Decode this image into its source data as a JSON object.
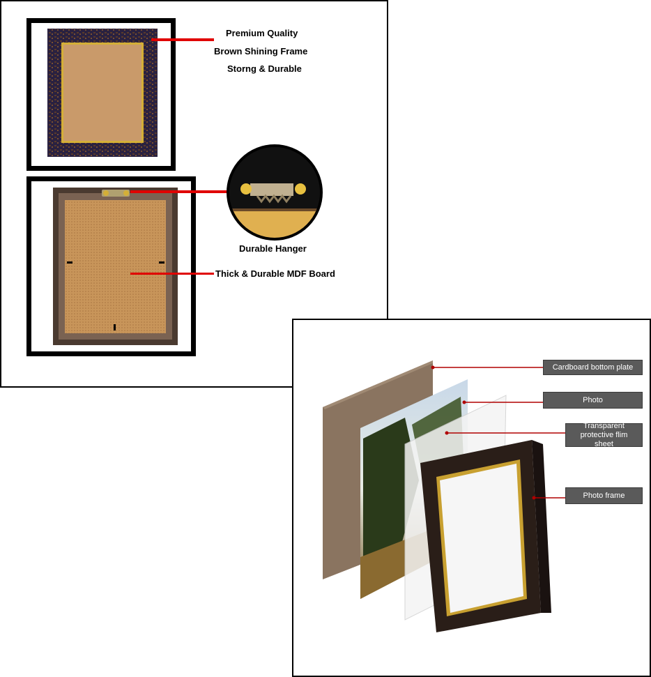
{
  "top_panel": {
    "quality_lines": [
      "Premium Quality",
      "Brown Shining Frame",
      "Storng & Durable"
    ],
    "hanger_label": "Durable Hanger",
    "board_label": "Thick & Durable MDF Board"
  },
  "bottom_panel": {
    "callouts": [
      "Cardboard bottom plate",
      "Photo",
      "Transparent protective flim sheet",
      "Photo frame"
    ]
  },
  "colors": {
    "accent_red": "#e00000",
    "frame_dark": "#2a2140",
    "board_tan": "#c8955a",
    "callout_gray": "#5a5a5a"
  }
}
